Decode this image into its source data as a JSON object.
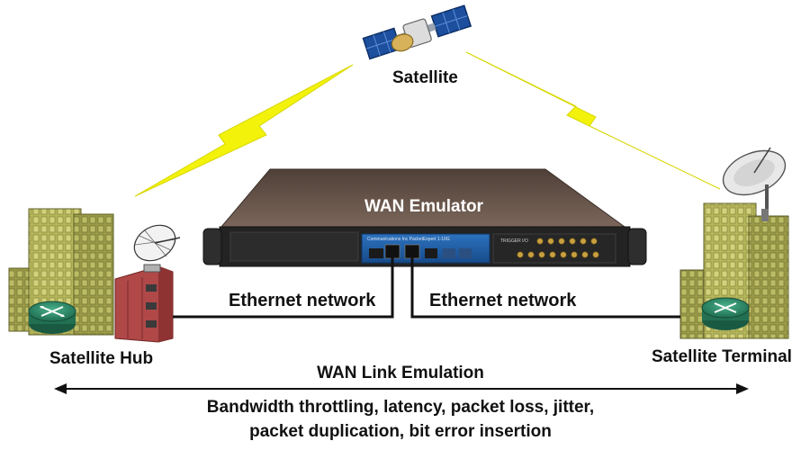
{
  "labels": {
    "satellite": "Satellite",
    "wan_emulator": "WAN Emulator",
    "ethernet_left": "Ethernet network",
    "ethernet_right": "Ethernet network",
    "satellite_hub": "Satellite Hub",
    "satellite_terminal": "Satellite Terminal",
    "wan_link": "WAN Link Emulation",
    "description_line1": "Bandwidth throttling, latency, packet loss, jitter,",
    "description_line2": "packet duplication, bit error insertion"
  },
  "device": {
    "panel_text": "Communications Inc    PacketExpert 1-10G",
    "trigger_text": "TRIGGER I/O"
  },
  "colors": {
    "lightning": "#f2f20a",
    "building": "#b5b55a",
    "building_dark": "#8e8e3e",
    "hub_box": "#b04848",
    "router": "#2f8f6e",
    "chassis": "#222222",
    "chassis_top": "#6d5a4e",
    "front_panel": "#1f5fa8"
  },
  "icons": [
    "satellite-icon",
    "satellite-dish-icon",
    "router-icon",
    "building-icon",
    "lightning-icon",
    "double-arrow-icon"
  ]
}
